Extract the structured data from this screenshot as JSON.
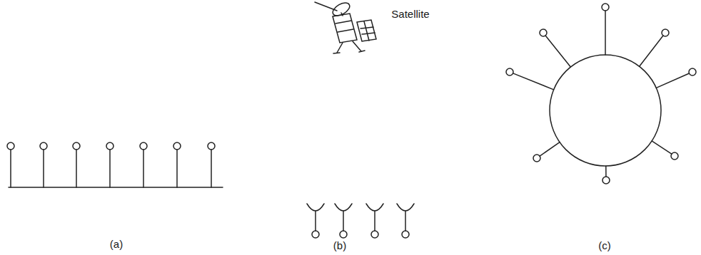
{
  "diagram": {
    "labels": [
      "Satellite",
      "(a)",
      "(b)",
      "(c)"
    ]
  }
}
